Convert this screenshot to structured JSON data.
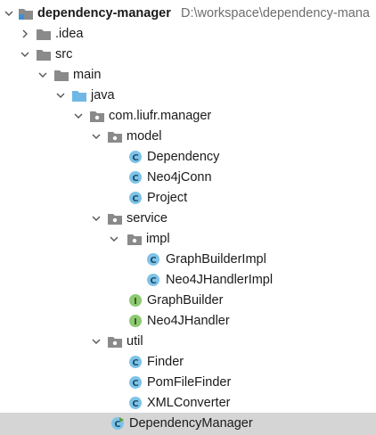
{
  "project": {
    "name": "dependency-manager",
    "path": "D:\\workspace\\dependency-mana"
  },
  "colors": {
    "folder": "#8a8a8a",
    "folder_java": "#6fb7e6",
    "folder_dark": "#6b6b6b",
    "class_circle": "#7ec3e8",
    "interface_circle": "#8dc972",
    "selection": "#d5d5d5"
  },
  "tree": {
    "idea": ".idea",
    "src": "src",
    "main": "main",
    "java": "java",
    "package": "com.liufr.manager",
    "model": "model",
    "model_items": [
      "Dependency",
      "Neo4jConn",
      "Project"
    ],
    "service": "service",
    "impl": "impl",
    "impl_items": [
      "GraphBuilderImpl",
      "Neo4JHandlerImpl"
    ],
    "service_items": [
      "GraphBuilder",
      "Neo4JHandler"
    ],
    "util": "util",
    "util_items": [
      "Finder",
      "PomFileFinder",
      "XMLConverter"
    ],
    "main_class": "DependencyManager"
  },
  "icons": {
    "class": "class-icon",
    "interface": "interface-icon",
    "main_class": "main-class-icon",
    "folder": "folder-icon",
    "package": "package-icon",
    "module": "module-icon"
  },
  "icon_letters": {
    "class": "C",
    "interface": "I"
  }
}
